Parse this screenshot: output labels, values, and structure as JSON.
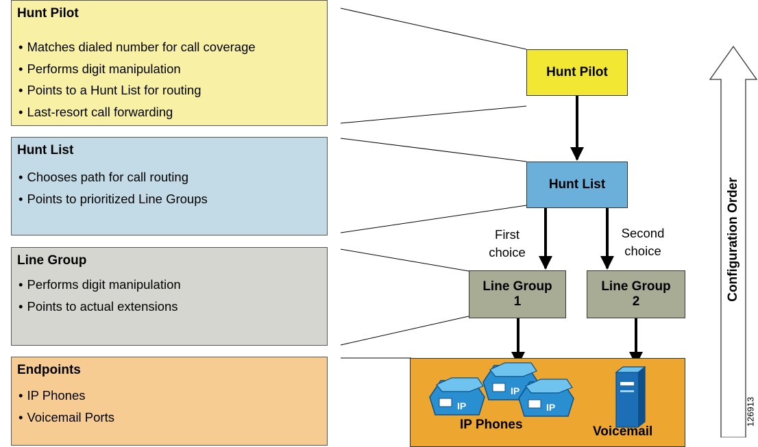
{
  "panels": {
    "hunt_pilot": {
      "title": "Hunt Pilot",
      "bullets": [
        "Matches dialed number for call coverage",
        "Performs digit manipulation",
        "Points to a Hunt List for routing",
        "Last-resort call forwarding"
      ],
      "color": "#f7f0a5"
    },
    "hunt_list": {
      "title": "Hunt List",
      "bullets": [
        "Chooses path for call routing",
        "Points to prioritized Line Groups"
      ],
      "color": "#c3dbe7"
    },
    "line_group": {
      "title": "Line Group",
      "bullets": [
        "Performs digit manipulation",
        "Points to actual extensions"
      ],
      "color": "#d6d6d0"
    },
    "endpoints": {
      "title": "Endpoints",
      "bullets": [
        "IP Phones",
        "Voicemail Ports"
      ],
      "color": "#f6cc92"
    }
  },
  "nodes": {
    "hunt_pilot": {
      "label": "Hunt Pilot",
      "color": "#f2e833"
    },
    "hunt_list": {
      "label": "Hunt List",
      "color": "#6bb0da"
    },
    "line_group_1": {
      "line1": "Line Group",
      "line2": "1",
      "color": "#a8ac95"
    },
    "line_group_2": {
      "line1": "Line Group",
      "line2": "2",
      "color": "#a8ac95"
    },
    "endpoints_area": {
      "color": "#eda62f"
    }
  },
  "choices": {
    "first": {
      "line1": "First",
      "line2": "choice"
    },
    "second": {
      "line1": "Second",
      "line2": "choice"
    }
  },
  "endpoint_labels": {
    "ip_phones": "IP Phones",
    "voicemail": "Voicemail",
    "phone_badge": "IP"
  },
  "config_order_label": "Configuration Order",
  "figure_id": "126913",
  "icons": [
    "ip-phone-icon",
    "voicemail-server-icon",
    "up-arrow-icon"
  ]
}
